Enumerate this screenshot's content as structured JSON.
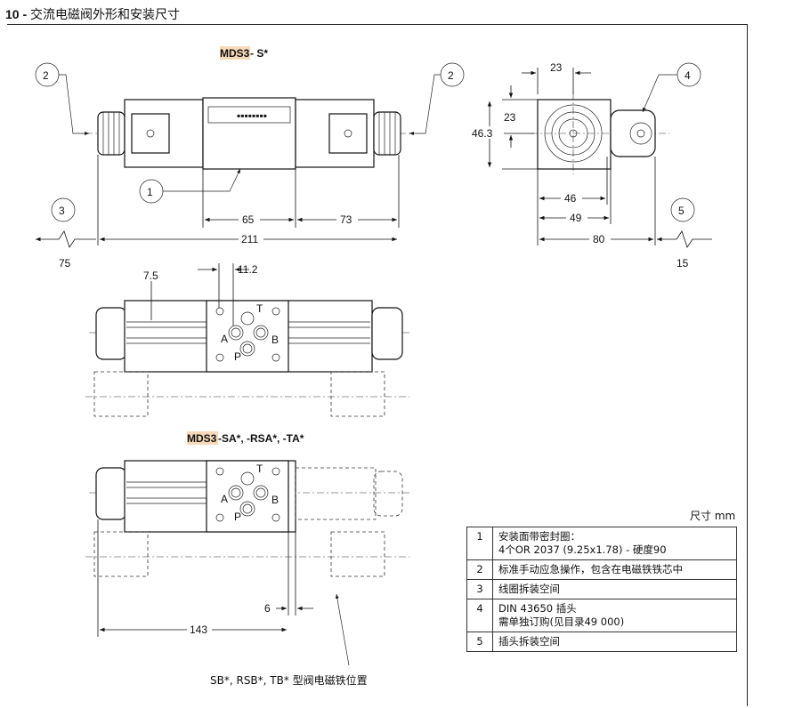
{
  "heading": {
    "number": "10 - ",
    "title": "交流电磁阀外形和安装尺寸"
  },
  "views": {
    "top_prefix": "MDS3",
    "top_suffix": " - S*",
    "bottom_prefix": "MDS3",
    "bottom_suffix": "-SA*, -RSA*, -TA*"
  },
  "callouts": {
    "c1": "1",
    "c2": "2",
    "c3": "3",
    "c4": "4",
    "c5": "5"
  },
  "dimensions": {
    "d65": "65",
    "d73": "73",
    "d211": "211",
    "d75": "75",
    "d23a": "23",
    "d23b": "23",
    "d46_3": "46.3",
    "d46": "46",
    "d49": "49",
    "d80": "80",
    "d15": "15",
    "d7_5": "7.5",
    "d11_2": "11.2",
    "d6": "6",
    "d143": "143"
  },
  "ports": {
    "a": "A",
    "b": "B",
    "p": "P",
    "t": "T"
  },
  "units_label": "尺寸 mm",
  "legend": [
    {
      "num": "1",
      "line1": "安装面带密封圈：",
      "line2": "4个OR 2037 (9.25x1.78) - 硬度90"
    },
    {
      "num": "2",
      "line1": "标准手动应急操作，包含在电磁铁铁芯中",
      "line2": ""
    },
    {
      "num": "3",
      "line1": "线圈拆装空间",
      "line2": ""
    },
    {
      "num": "4",
      "line1": "DIN 43650 插头",
      "line2": "需单独订购(见目录49 000)"
    },
    {
      "num": "5",
      "line1": "插头拆装空间",
      "line2": ""
    }
  ],
  "note": "SB*, RSB*, TB* 型阀电磁铁位置",
  "colors": {
    "highlight": "#f6d9b8",
    "line": "#111111"
  }
}
